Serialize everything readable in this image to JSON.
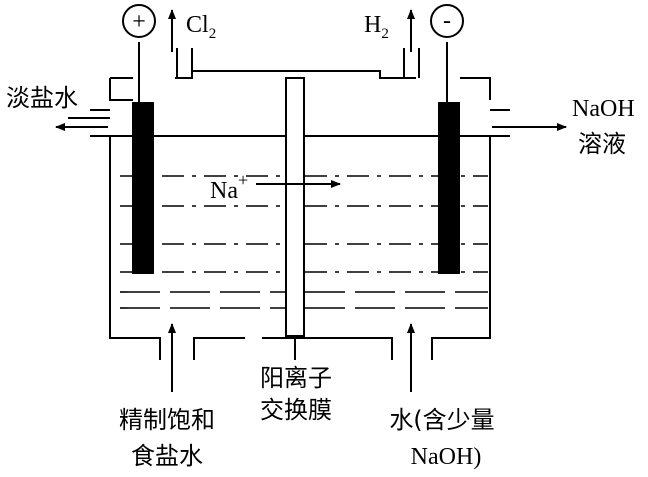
{
  "labels": {
    "anode_sign": "+",
    "cathode_sign": "-",
    "cl2_element": "Cl",
    "cl2_sub": "2",
    "h2_element": "H",
    "h2_sub": "2",
    "dilute_brine": "淡盐水",
    "naoh_line1": "NaOH",
    "naoh_line2": "溶液",
    "na_ion": "Na",
    "na_charge": "+",
    "membrane_line1": "阳离子",
    "membrane_line2": "交换膜",
    "brine_inlet_line1": "精制饱和",
    "brine_inlet_line2": "食盐水",
    "water_inlet_line1": "水(含少量",
    "water_inlet_line2": "NaOH)"
  }
}
